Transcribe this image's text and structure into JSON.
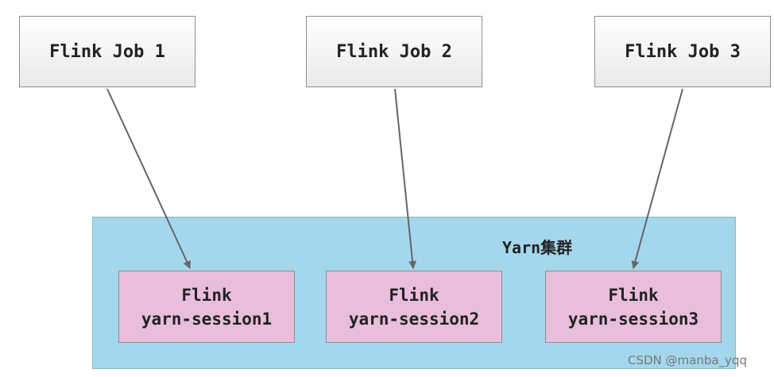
{
  "jobs": [
    {
      "label": "Flink Job 1"
    },
    {
      "label": "Flink Job 2"
    },
    {
      "label": "Flink Job 3"
    }
  ],
  "cluster": {
    "label": "Yarn集群"
  },
  "sessions": [
    {
      "line1": "Flink",
      "line2": "yarn-session1"
    },
    {
      "line1": "Flink",
      "line2": "yarn-session2"
    },
    {
      "line1": "Flink",
      "line2": "yarn-session3"
    }
  ],
  "watermark": "CSDN @manba_yqq",
  "colors": {
    "cluster_fill": "#a4d7ec",
    "session_fill": "#e8bedc",
    "arrow": "#666666"
  }
}
